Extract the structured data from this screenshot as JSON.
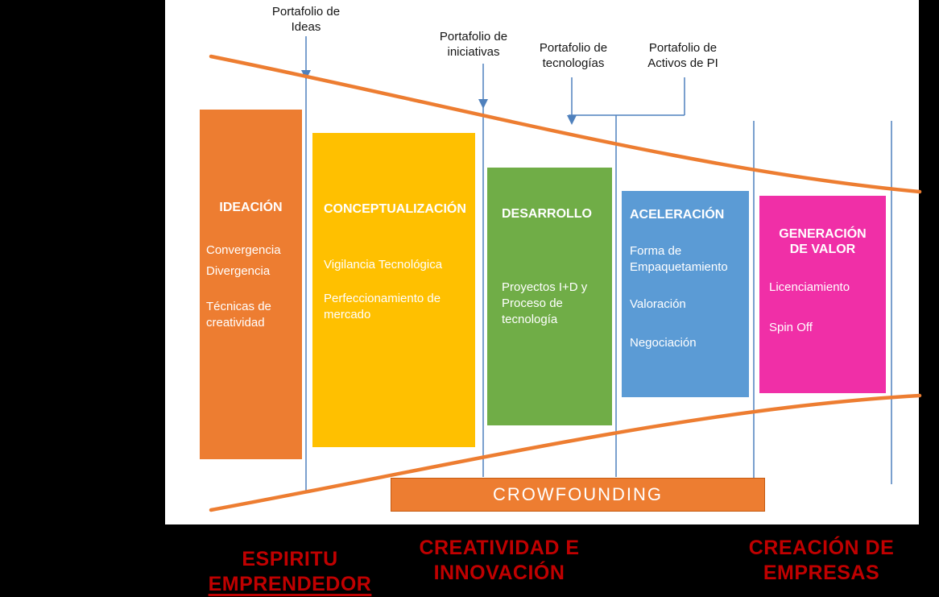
{
  "top_labels": [
    {
      "line1": "Portafolio de",
      "line2": "Ideas"
    },
    {
      "line1": "Portafolio de",
      "line2": "iniciativas"
    },
    {
      "line1": "Portafolio de",
      "line2": "tecnologías"
    },
    {
      "line1": "Portafolio de",
      "line2": "Activos de PI"
    }
  ],
  "stages": [
    {
      "title": "IDEACIÓN",
      "color": "#ED7D31",
      "items": [
        "Convergencia",
        "Divergencia",
        "Técnicas de creatividad"
      ]
    },
    {
      "title": "CONCEPTUALIZACIÓN",
      "color": "#FFC000",
      "items": [
        "Vigilancia Tecnológica",
        "Perfeccionamiento de mercado"
      ]
    },
    {
      "title": "DESARROLLO",
      "color": "#70AD47",
      "items": [
        "Proyectos I+D y Proceso de tecnología"
      ]
    },
    {
      "title": "ACELERACIÓN",
      "color": "#5B9BD5",
      "items": [
        "Forma de Empaquetamiento",
        "Valoración",
        "Negociación"
      ]
    },
    {
      "title": "GENERACIÓN DE VALOR",
      "color": "#F02FA7",
      "items": [
        "Licenciamiento",
        "Spin Off"
      ]
    }
  ],
  "banner": {
    "label": "CROWFOUNDING",
    "bg": "#ED7D31"
  },
  "bottom_labels": [
    {
      "line1": "ESPIRITU",
      "line2": "EMPRENDEDOR"
    },
    {
      "line1": "CREATIVIDAD E",
      "line2": "INNOVACIÓN"
    },
    {
      "line1": "CREACIÓN DE",
      "line2": "EMPRESAS"
    }
  ],
  "colors": {
    "funnel_line": "#ED7D31",
    "divider_line": "#4F81BD",
    "bottom_text": "#C00000",
    "background": "#000000",
    "canvas": "#FFFFFF"
  }
}
